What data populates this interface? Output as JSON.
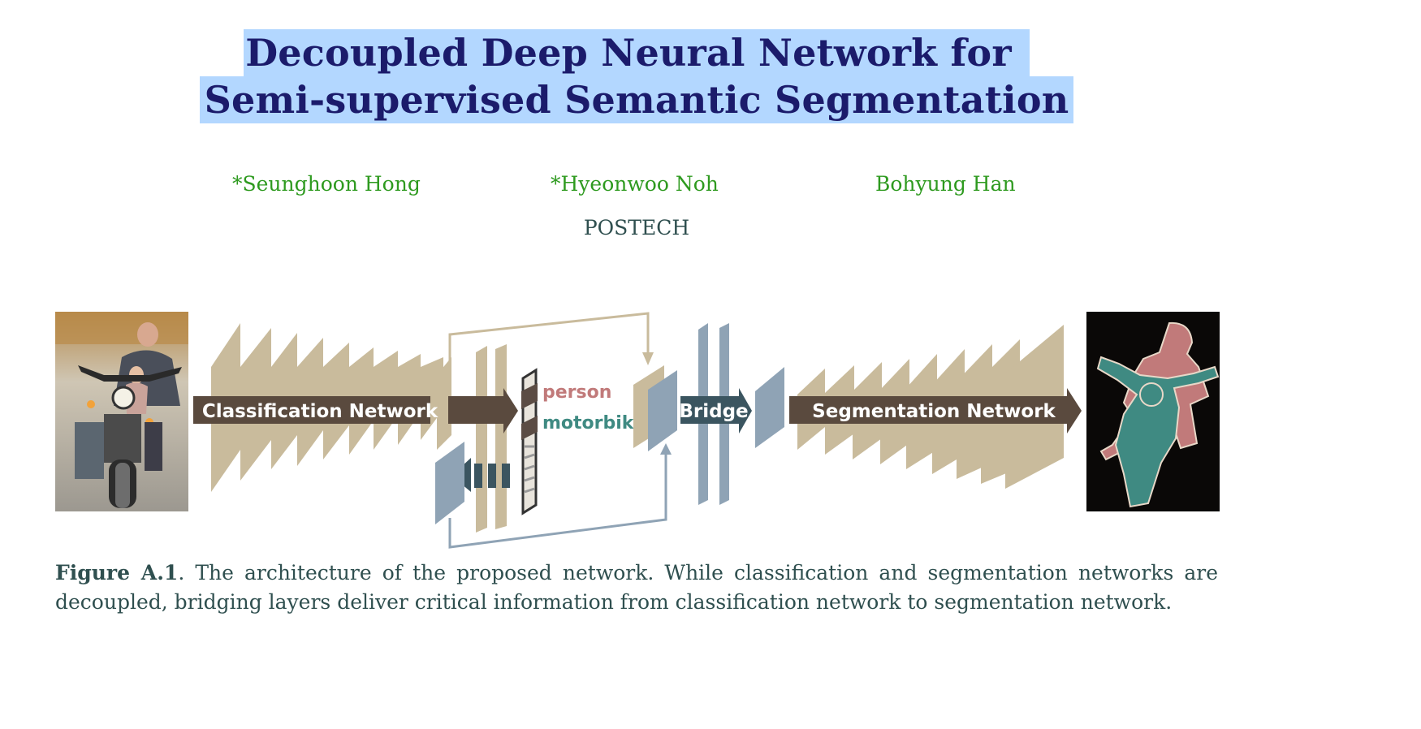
{
  "title": {
    "line1": "Decoupled Deep Neural Network for",
    "line2": "Semi-supervised Semantic Segmentation"
  },
  "authors": [
    {
      "name": "*Seunghoon Hong"
    },
    {
      "name": "*Hyeonwoo Noh"
    },
    {
      "name": "Bohyung Han"
    }
  ],
  "affiliation": "POSTECH",
  "figure": {
    "classification_label": "Classification Network",
    "bridge_label": "Bridge",
    "segmentation_label": "Segmentation Network",
    "class_person": "person",
    "class_motorbike": "motorbike",
    "colors": {
      "layer": "#c9bb9c",
      "arrow": "#5a4a3e",
      "bridge": "#8fa3b5",
      "person": "#c17a7a",
      "motorbike": "#3f8a82"
    }
  },
  "caption": {
    "label": "Figure A.1",
    "text": ". The architecture of the proposed network. While classification and segmentation networks are decoupled, bridging layers deliver critical information from classification network to segmentation network."
  }
}
